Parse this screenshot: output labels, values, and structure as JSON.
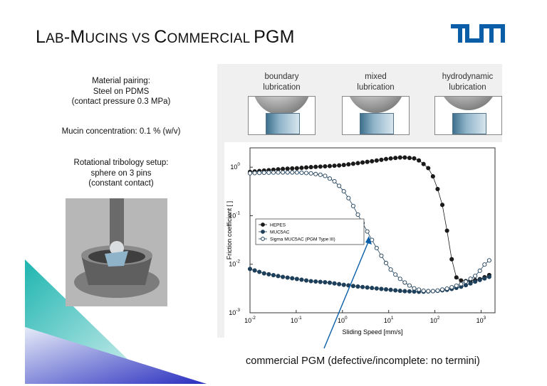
{
  "slide": {
    "title_parts": [
      {
        "text": "L",
        "big": true
      },
      {
        "text": "AB",
        "big": false
      },
      {
        "text": "-M",
        "big": true
      },
      {
        "text": "UCINS VS ",
        "big": false
      },
      {
        "text": "C",
        "big": true
      },
      {
        "text": "OMMERCIAL ",
        "big": false
      },
      {
        "text": "PGM",
        "big": true
      }
    ],
    "logo": "TUM",
    "material_pairing": [
      "Material pairing:",
      "Steel on PDMS",
      "(contact pressure 0.3 MPa)"
    ],
    "mucin_concentration": "Mucin concentration: 0.1 % (w/v)",
    "setup": [
      "Rotational tribology setup:",
      "sphere on 3 pins",
      "(constant contact)"
    ],
    "regimes": [
      {
        "line1": "boundary",
        "line2": "lubrication",
        "gap": 0
      },
      {
        "line1": "mixed",
        "line2": "lubrication",
        "gap": 0.5
      },
      {
        "line1": "hydrodynamic",
        "line2": "lubrication",
        "gap": 1
      }
    ],
    "annotation": "commercial PGM (defective/incomplete: no termini)",
    "colors": {
      "accent": "#0a5ea8",
      "triangle_teal": "#1fb5b0",
      "triangle_blue": "#2a2fbf",
      "series_dark": "#1e3f5a"
    }
  },
  "chart_data": {
    "type": "scatter",
    "xscale": "log",
    "yscale": "log",
    "xlim": [
      0.01,
      2000
    ],
    "ylim": [
      0.001,
      2.5
    ],
    "xlabel": "Sliding Speed [mm/s]",
    "ylabel": "Friction coefficient [ ]",
    "x_ticks": [
      {
        "base": "10",
        "exp": "-2",
        "v": 0.01
      },
      {
        "base": "10",
        "exp": "-1",
        "v": 0.1
      },
      {
        "base": "10",
        "exp": "0",
        "v": 1
      },
      {
        "base": "10",
        "exp": "1",
        "v": 10
      },
      {
        "base": "10",
        "exp": "2",
        "v": 100
      },
      {
        "base": "10",
        "exp": "3",
        "v": 1000
      }
    ],
    "y_ticks": [
      {
        "base": "10",
        "exp": "-3",
        "v": 0.001
      },
      {
        "base": "10",
        "exp": "-2",
        "v": 0.01
      },
      {
        "base": "10",
        "exp": "-1",
        "v": 0.1
      },
      {
        "base": "10",
        "exp": "0",
        "v": 1
      }
    ],
    "legend_position": "center-left",
    "series": [
      {
        "name": "HEPES",
        "marker": "filled",
        "color": "#1a1a1a",
        "points": [
          [
            0.01,
            0.8
          ],
          [
            0.02,
            0.85
          ],
          [
            0.05,
            0.92
          ],
          [
            0.1,
            0.95
          ],
          [
            0.2,
            1.0
          ],
          [
            0.5,
            1.05
          ],
          [
            1,
            1.1
          ],
          [
            2,
            1.2
          ],
          [
            5,
            1.35
          ],
          [
            10,
            1.5
          ],
          [
            20,
            1.6
          ],
          [
            40,
            1.5
          ],
          [
            70,
            1.0
          ],
          [
            100,
            0.55
          ],
          [
            150,
            0.15
          ],
          [
            200,
            0.03
          ],
          [
            250,
            0.008
          ],
          [
            300,
            0.005
          ],
          [
            400,
            0.0045
          ],
          [
            600,
            0.0045
          ],
          [
            1000,
            0.005
          ],
          [
            1500,
            0.006
          ]
        ]
      },
      {
        "name": "MUC5AC",
        "marker": "filled",
        "color": "#1e3f5a",
        "points": [
          [
            0.01,
            0.008
          ],
          [
            0.02,
            0.0065
          ],
          [
            0.05,
            0.0055
          ],
          [
            0.1,
            0.005
          ],
          [
            0.2,
            0.0045
          ],
          [
            0.5,
            0.0042
          ],
          [
            1,
            0.0038
          ],
          [
            2,
            0.0035
          ],
          [
            5,
            0.0032
          ],
          [
            10,
            0.003
          ],
          [
            20,
            0.0028
          ],
          [
            50,
            0.0027
          ],
          [
            100,
            0.0028
          ],
          [
            200,
            0.003
          ],
          [
            400,
            0.0035
          ],
          [
            800,
            0.0045
          ],
          [
            1500,
            0.0055
          ]
        ]
      },
      {
        "name": "Sigma MUC5AC (PGM Type III)",
        "marker": "open",
        "color": "#1e3f5a",
        "points": [
          [
            0.01,
            0.75
          ],
          [
            0.02,
            0.77
          ],
          [
            0.05,
            0.78
          ],
          [
            0.1,
            0.78
          ],
          [
            0.2,
            0.75
          ],
          [
            0.4,
            0.68
          ],
          [
            0.7,
            0.5
          ],
          [
            1,
            0.35
          ],
          [
            1.5,
            0.2
          ],
          [
            2,
            0.12
          ],
          [
            3,
            0.06
          ],
          [
            5,
            0.025
          ],
          [
            8,
            0.012
          ],
          [
            12,
            0.007
          ],
          [
            20,
            0.0045
          ],
          [
            35,
            0.0032
          ],
          [
            60,
            0.0028
          ],
          [
            100,
            0.0028
          ],
          [
            200,
            0.0032
          ],
          [
            400,
            0.004
          ],
          [
            800,
            0.006
          ],
          [
            1200,
            0.01
          ],
          [
            1500,
            0.012
          ]
        ]
      }
    ]
  }
}
